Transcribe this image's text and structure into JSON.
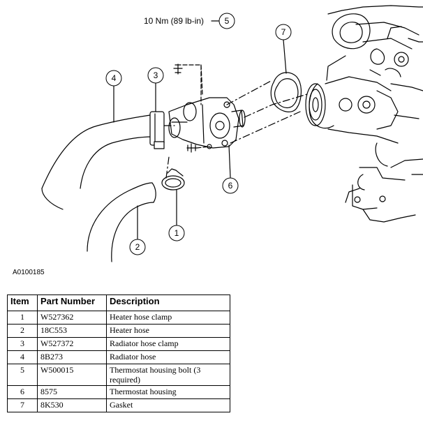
{
  "diagram": {
    "torque_spec": "10 Nm (89 lb-in)",
    "figure_id": "A0100185",
    "callouts": [
      "1",
      "2",
      "3",
      "4",
      "5",
      "6",
      "7"
    ]
  },
  "table": {
    "headers": [
      "Item",
      "Part Number",
      "Description"
    ],
    "rows": [
      [
        "1",
        "W527362",
        "Heater hose clamp"
      ],
      [
        "2",
        "18C553",
        "Heater hose"
      ],
      [
        "3",
        "W527372",
        "Radiator hose clamp"
      ],
      [
        "4",
        "8B273",
        "Radiator hose"
      ],
      [
        "5",
        "W500015",
        "Thermostat housing bolt (3 required)"
      ],
      [
        "6",
        "8575",
        "Thermostat housing"
      ],
      [
        "7",
        "8K530",
        "Gasket"
      ]
    ]
  }
}
